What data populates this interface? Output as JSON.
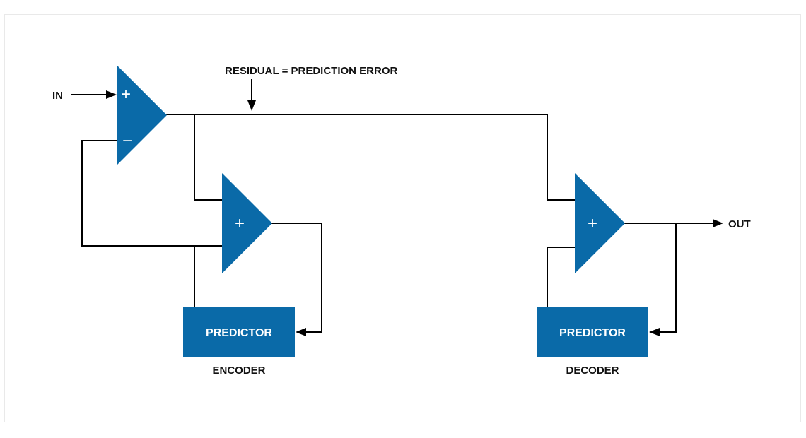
{
  "labels": {
    "input": "IN",
    "output": "OUT",
    "residual": "RESIDUAL = PREDICTION ERROR",
    "encoder": "ENCODER",
    "decoder": "DECODER"
  },
  "blocks": {
    "encoder_predictor": "PREDICTOR",
    "decoder_predictor": "PREDICTOR"
  },
  "signs": {
    "plus": "+",
    "minus": "−"
  },
  "colors": {
    "component_fill": "#0a6aa8",
    "wire": "#000000"
  }
}
